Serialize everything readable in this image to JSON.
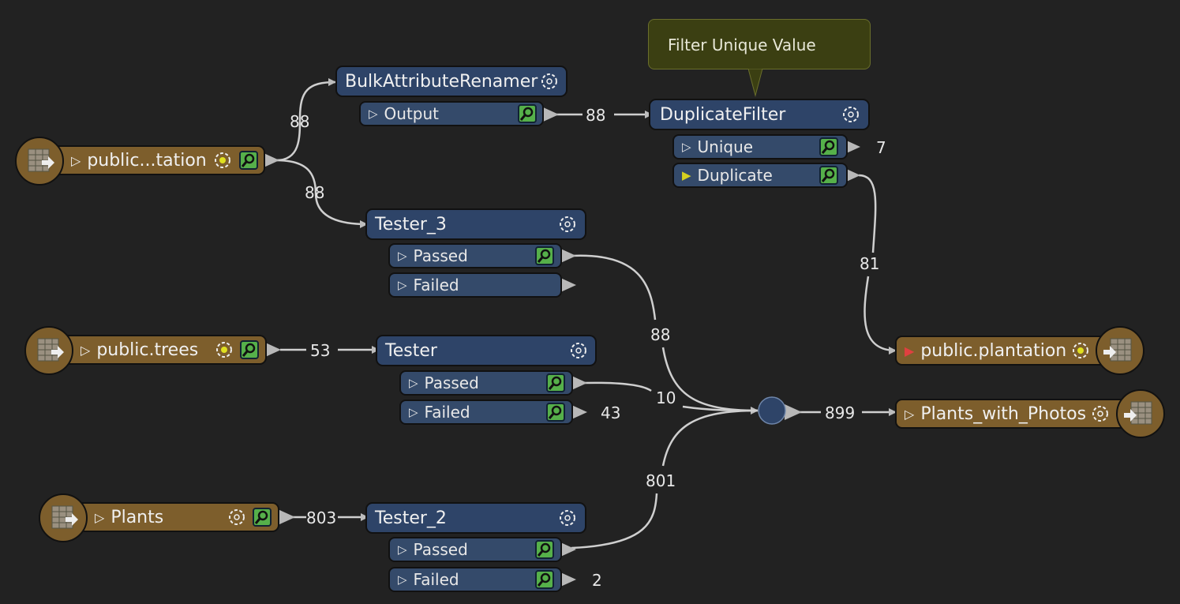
{
  "tooltip": {
    "text": "Filter Unique Value"
  },
  "readers": [
    {
      "id": "reader-plantation",
      "label": "public...tation"
    },
    {
      "id": "reader-trees",
      "label": "public.trees"
    },
    {
      "id": "reader-plants",
      "label": "Plants"
    }
  ],
  "transformers": {
    "bulk": {
      "name": "BulkAttributeRenamer",
      "ports": [
        "Output"
      ]
    },
    "dupfilter": {
      "name": "DuplicateFilter",
      "ports": [
        "Unique",
        "Duplicate"
      ]
    },
    "tester3": {
      "name": "Tester_3",
      "ports": [
        "Passed",
        "Failed"
      ]
    },
    "tester": {
      "name": "Tester",
      "ports": [
        "Passed",
        "Failed"
      ]
    },
    "tester2": {
      "name": "Tester_2",
      "ports": [
        "Passed",
        "Failed"
      ]
    }
  },
  "writers": [
    {
      "id": "writer-plantation",
      "label": "public.plantation"
    },
    {
      "id": "writer-photos",
      "label": "Plants_with_Photos"
    }
  ],
  "counts": {
    "reader_to_bulk": "88",
    "reader_to_tester3": "88",
    "bulk_to_dup": "88",
    "unique": "7",
    "dup_to_writer": "81",
    "tester3_passed": "88",
    "trees_to_tester": "53",
    "tester_passed": "10",
    "tester_failed": "43",
    "plants_to_tester2": "803",
    "tester2_passed": "801",
    "tester2_failed": "2",
    "junction_out": "899"
  },
  "colors": {
    "canvas": "#222222",
    "transformer": "#2e4468",
    "feature_type": "#7d5e2c",
    "inspect": "#56b04a",
    "wire": "#d0d0d0",
    "tooltip": "#3b3f12"
  }
}
